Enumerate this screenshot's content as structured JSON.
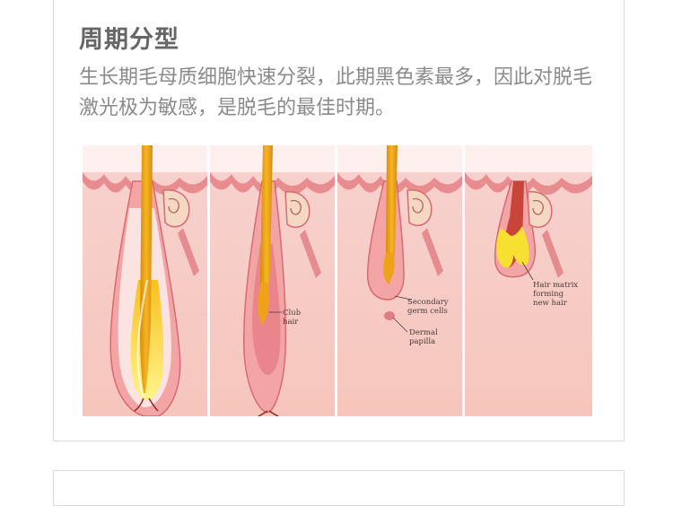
{
  "section": {
    "title": "周期分型",
    "description": "生长期毛母质细胞快速分裂，此期黑色素最多，因此对脱毛激光极为敏感，是脱毛的最佳时期。"
  },
  "figure": {
    "labels": {
      "club_hair_1": "Club",
      "club_hair_2": "hair",
      "secondary_germ_1": "Secondary",
      "secondary_germ_2": "germ cells",
      "dermal_papilla_1": "Dermal",
      "dermal_papilla_2": "papilla",
      "hair_matrix_1": "Hair matrix",
      "hair_matrix_2": "forming",
      "hair_matrix_3": "new hair"
    }
  }
}
